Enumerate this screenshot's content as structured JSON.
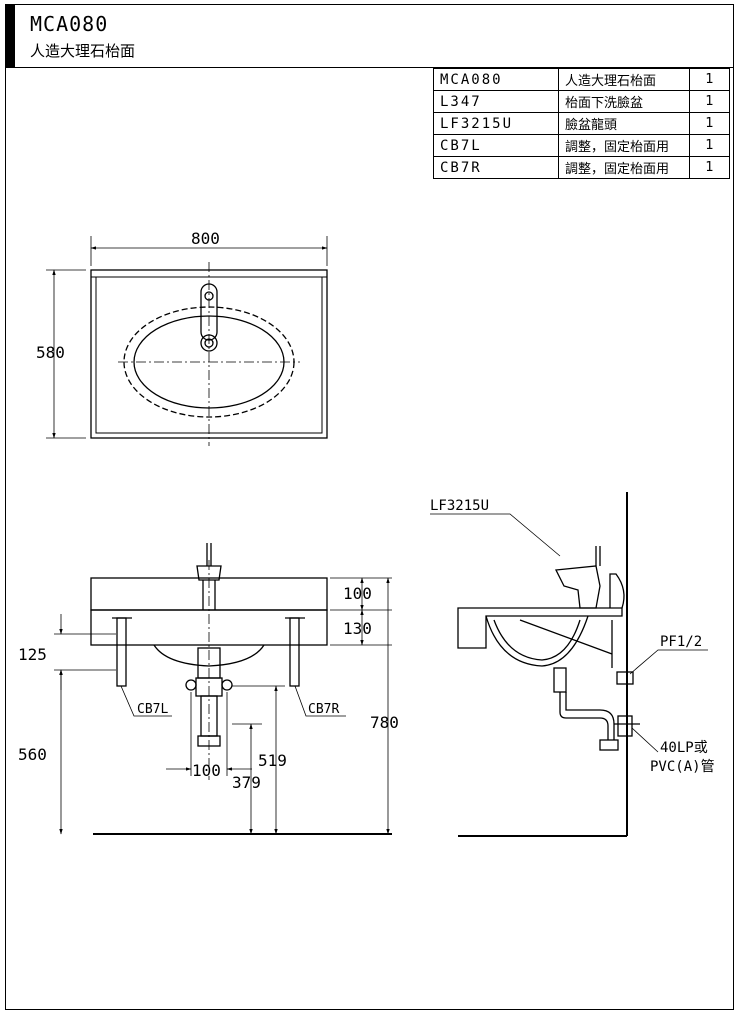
{
  "title": {
    "model": "MCA080",
    "product": "人造大理石枱面"
  },
  "parts": [
    {
      "code": "MCA080",
      "name": "人造大理石枱面",
      "qty": "1"
    },
    {
      "code": "L347",
      "name": "枱面下洗臉盆",
      "qty": "1"
    },
    {
      "code": "LF3215U",
      "name": "臉盆龍頭",
      "qty": "1"
    },
    {
      "code": "CB7L",
      "name": "調整，固定枱面用",
      "qty": "1"
    },
    {
      "code": "CB7R",
      "name": "調整，固定枱面用",
      "qty": "1"
    }
  ],
  "dimensions": {
    "width": "800",
    "depth": "580",
    "counter_thickness": "100",
    "bracket_offset": "130",
    "bracket_height": "125",
    "drain_height": "560",
    "drain_spacing": "100",
    "trap_height": "519",
    "outlet_height": "379",
    "total_height": "780"
  },
  "labels": {
    "bracket_left": "CB7L",
    "bracket_right": "CB7R",
    "faucet": "LF3215U",
    "supply": "PF1/2",
    "drain_line1": "40LP或",
    "drain_line2": "PVC(A)管"
  }
}
